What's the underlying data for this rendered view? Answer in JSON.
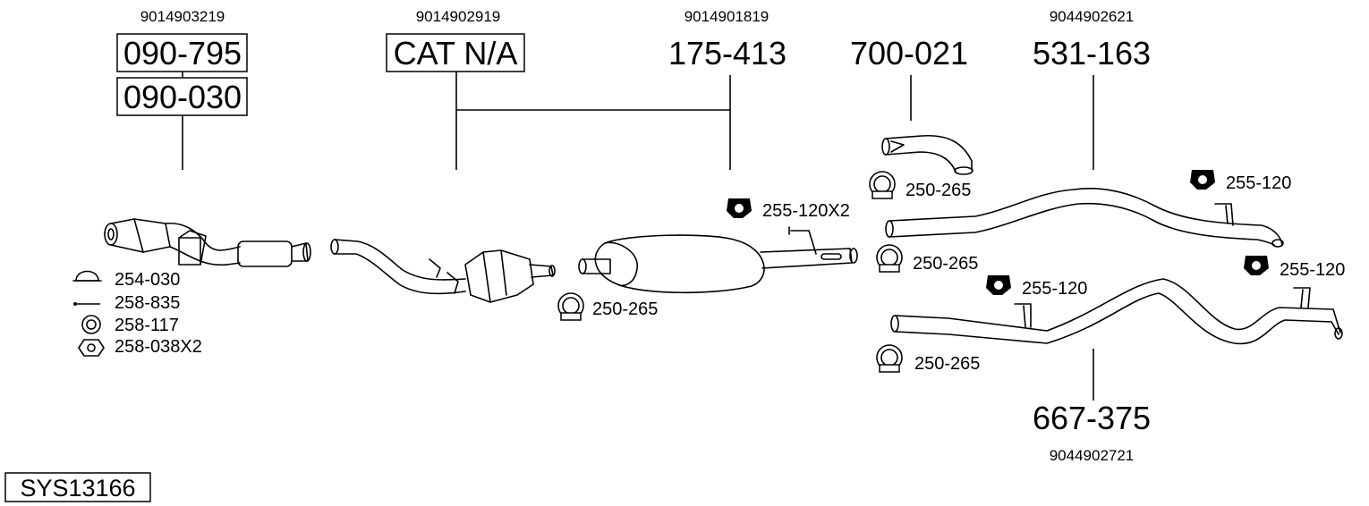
{
  "oem_numbers": {
    "front": "9014903219",
    "cat": "9014902919",
    "middle": "9014901819",
    "rear_upper": "9044902621",
    "rear_lower": "9044902721"
  },
  "part_numbers": {
    "p1": "090-795",
    "p2": "090-030",
    "p3": "CAT N/A",
    "p4": "175-413",
    "p5": "700-021",
    "p6": "531-163",
    "p7": "667-375"
  },
  "accessories": {
    "a1": "254-030",
    "a2": "258-835",
    "a3": "258-117",
    "a4": "258-038X2",
    "a5": "250-265",
    "a6": "255-120X2",
    "a7": "250-265",
    "a8": "250-265",
    "a9": "255-120",
    "a10": "255-120",
    "a11": "255-120",
    "a12": "250-265"
  },
  "system_id": "SYS13166"
}
